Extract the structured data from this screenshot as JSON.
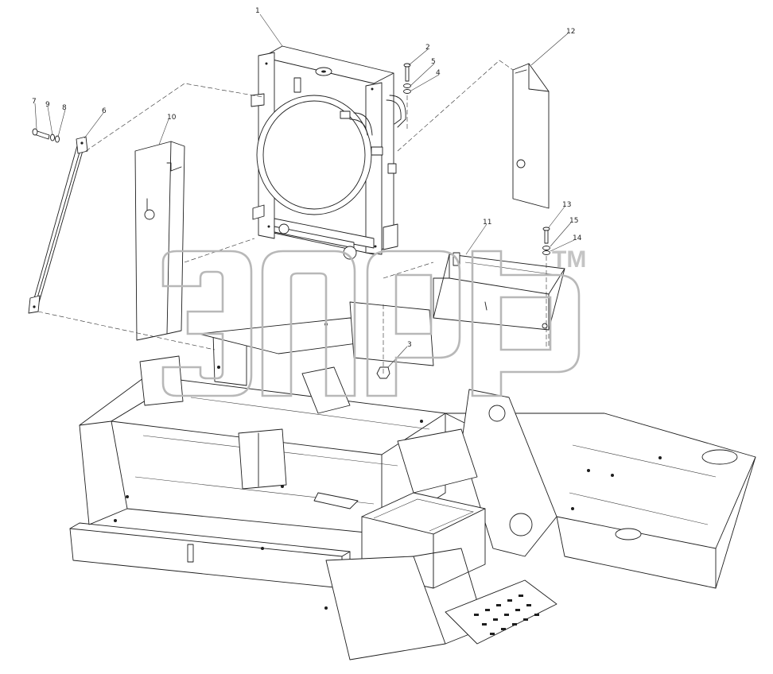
{
  "callouts": [
    "1",
    "2",
    "5",
    "4",
    "12",
    "7",
    "9",
    "8",
    "6",
    "10",
    "13",
    "15",
    "14",
    "11",
    "3"
  ],
  "watermark": {
    "trademark": "TM"
  },
  "colors": {
    "line": "#1e1e1e",
    "watermark": "#b8b8b8",
    "background": "#ffffff"
  }
}
